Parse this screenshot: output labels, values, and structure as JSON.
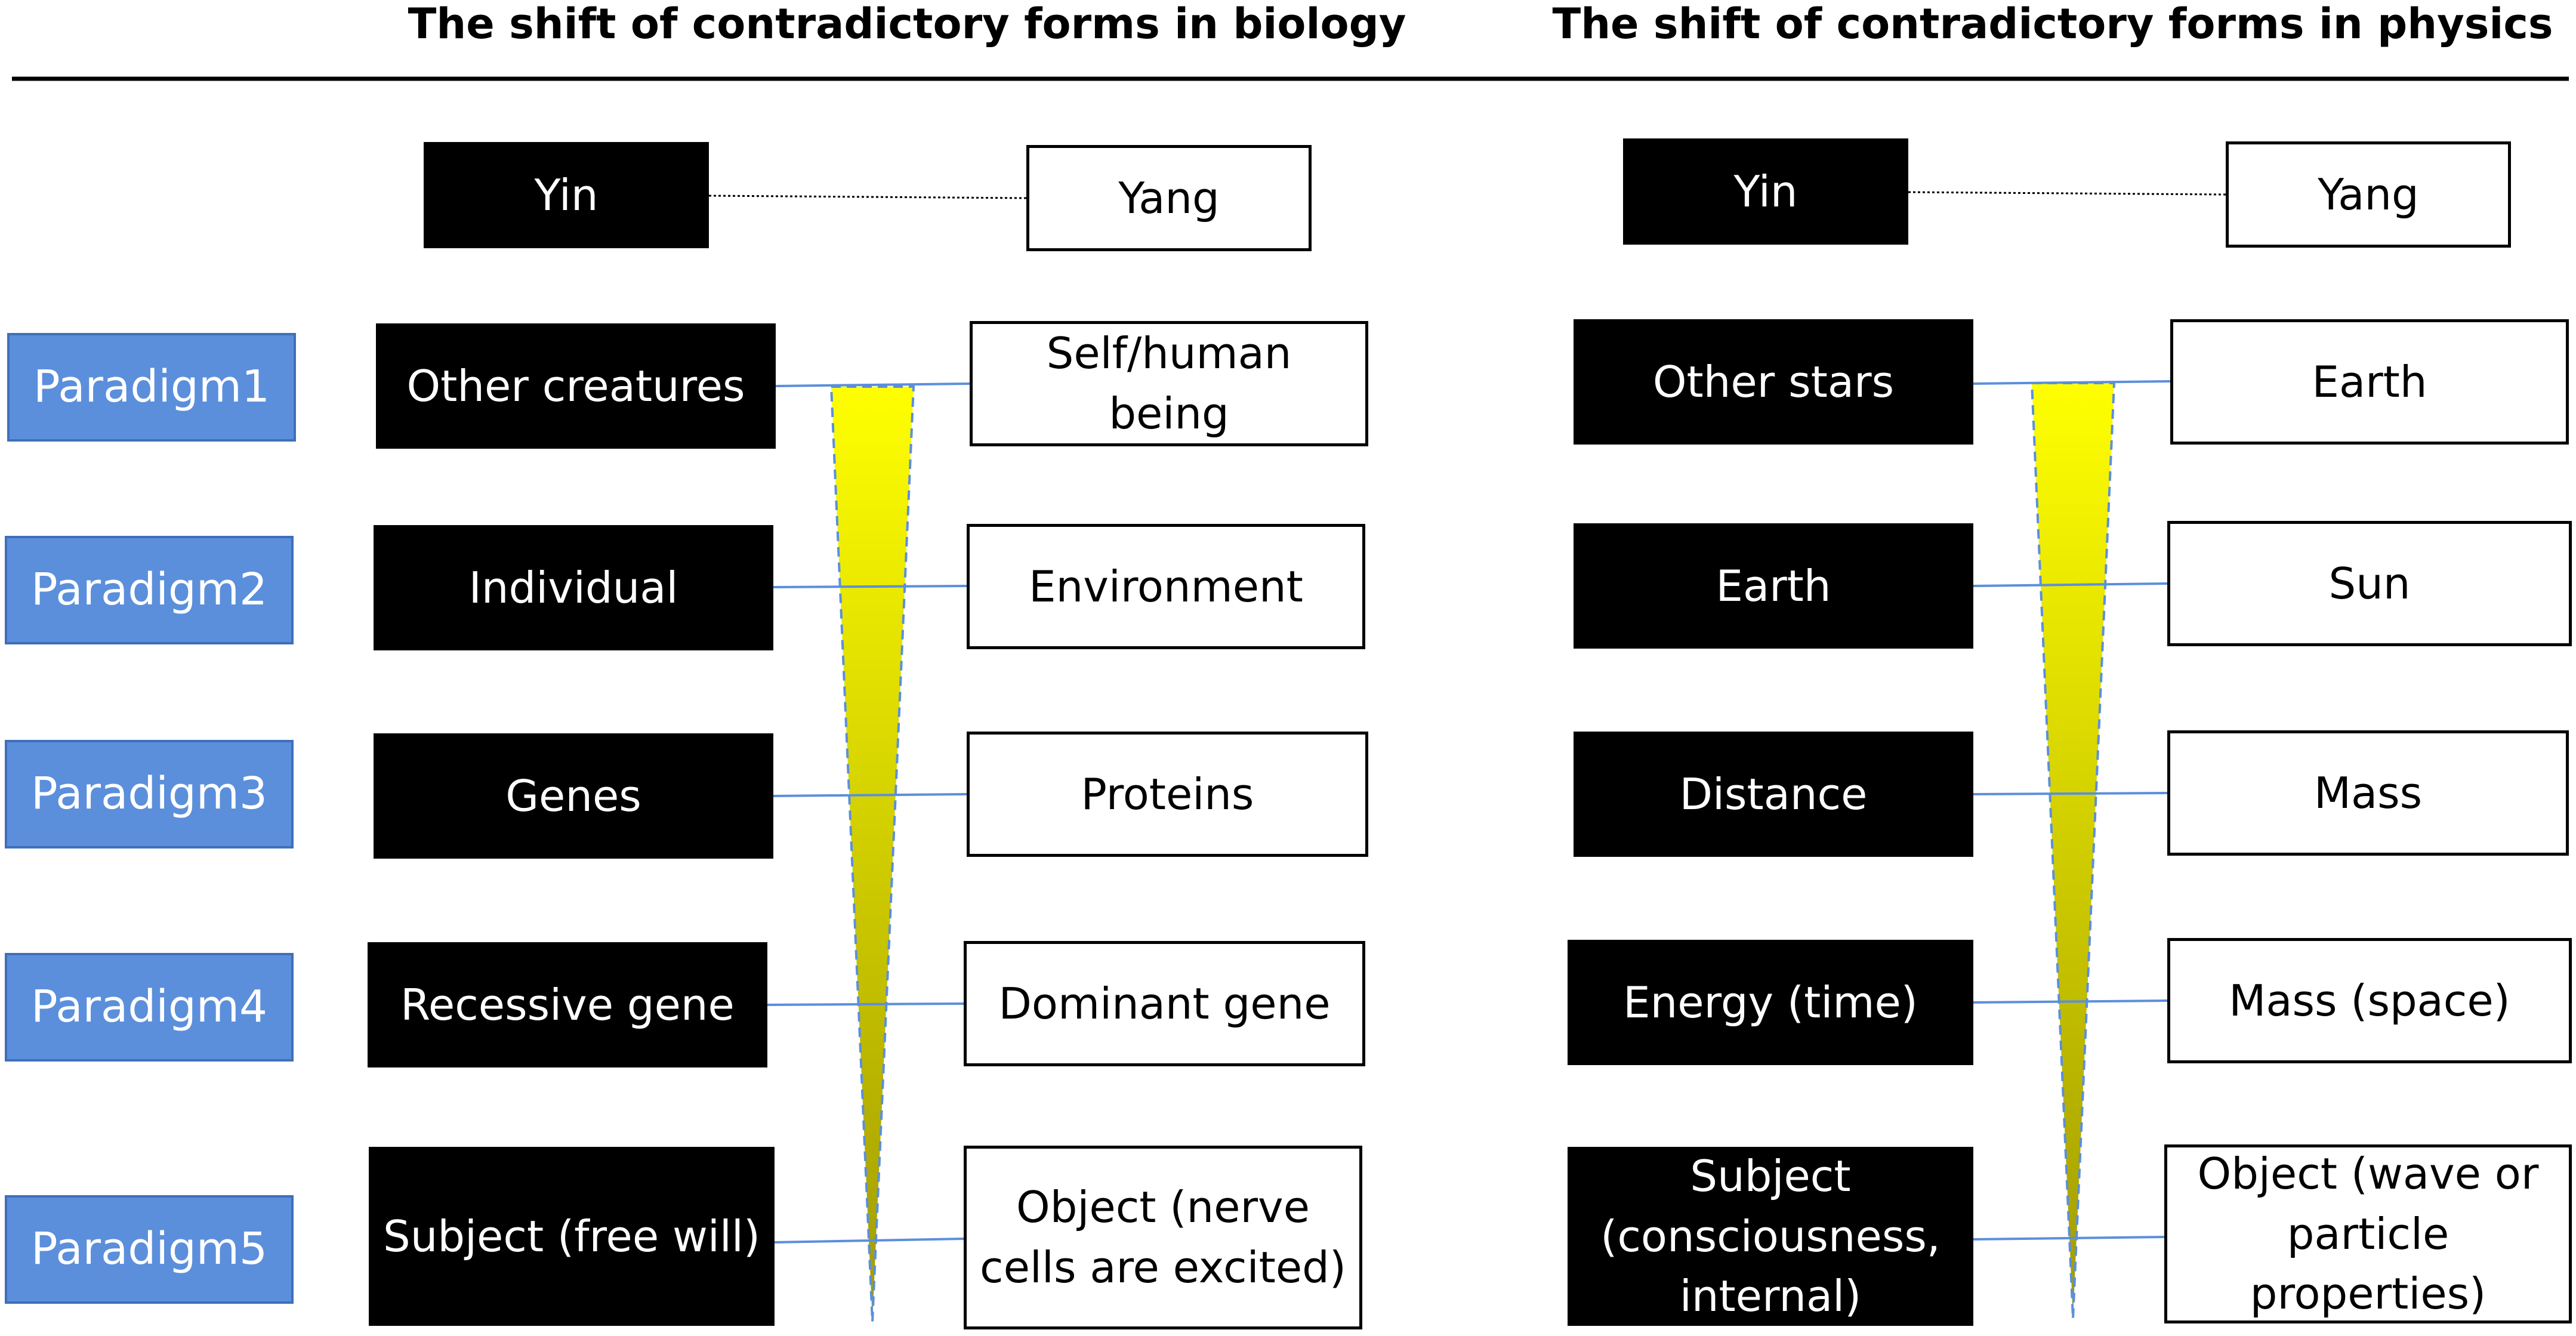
{
  "colors": {
    "paradigm_fill": "#5b8fdc",
    "connector": "#5b8fdc",
    "triangle_top": "#ffff00",
    "triangle_bottom": "#a09a00"
  },
  "header": {
    "biology_title": "The shift of contradictory forms in biology",
    "physics_title": "The shift of contradictory forms in physics"
  },
  "legend": {
    "yin": "Yin",
    "yang": "Yang"
  },
  "paradigms": [
    "Paradigm1",
    "Paradigm2",
    "Paradigm3",
    "Paradigm4",
    "Paradigm5"
  ],
  "biology": {
    "rows": [
      {
        "yin": [
          "Other creatures"
        ],
        "yang": [
          "Self/human",
          "being"
        ]
      },
      {
        "yin": [
          "Individual"
        ],
        "yang": [
          "Environment"
        ]
      },
      {
        "yin": [
          "Genes"
        ],
        "yang": [
          "Proteins"
        ]
      },
      {
        "yin": [
          "Recessive gene"
        ],
        "yang": [
          "Dominant gene"
        ]
      },
      {
        "yin": [
          "Subject (free will)"
        ],
        "yang": [
          "Object (nerve",
          "cells are excited)"
        ]
      }
    ]
  },
  "physics": {
    "rows": [
      {
        "yin": [
          "Other stars"
        ],
        "yang": [
          "Earth"
        ]
      },
      {
        "yin": [
          "Earth"
        ],
        "yang": [
          "Sun"
        ]
      },
      {
        "yin": [
          "Distance"
        ],
        "yang": [
          "Mass"
        ]
      },
      {
        "yin": [
          "Energy (time)"
        ],
        "yang": [
          "Mass (space)"
        ]
      },
      {
        "yin": [
          "Subject",
          "(consciousness,",
          "internal)"
        ],
        "yang": [
          "Object (wave or",
          "particle",
          "properties)"
        ]
      }
    ]
  }
}
